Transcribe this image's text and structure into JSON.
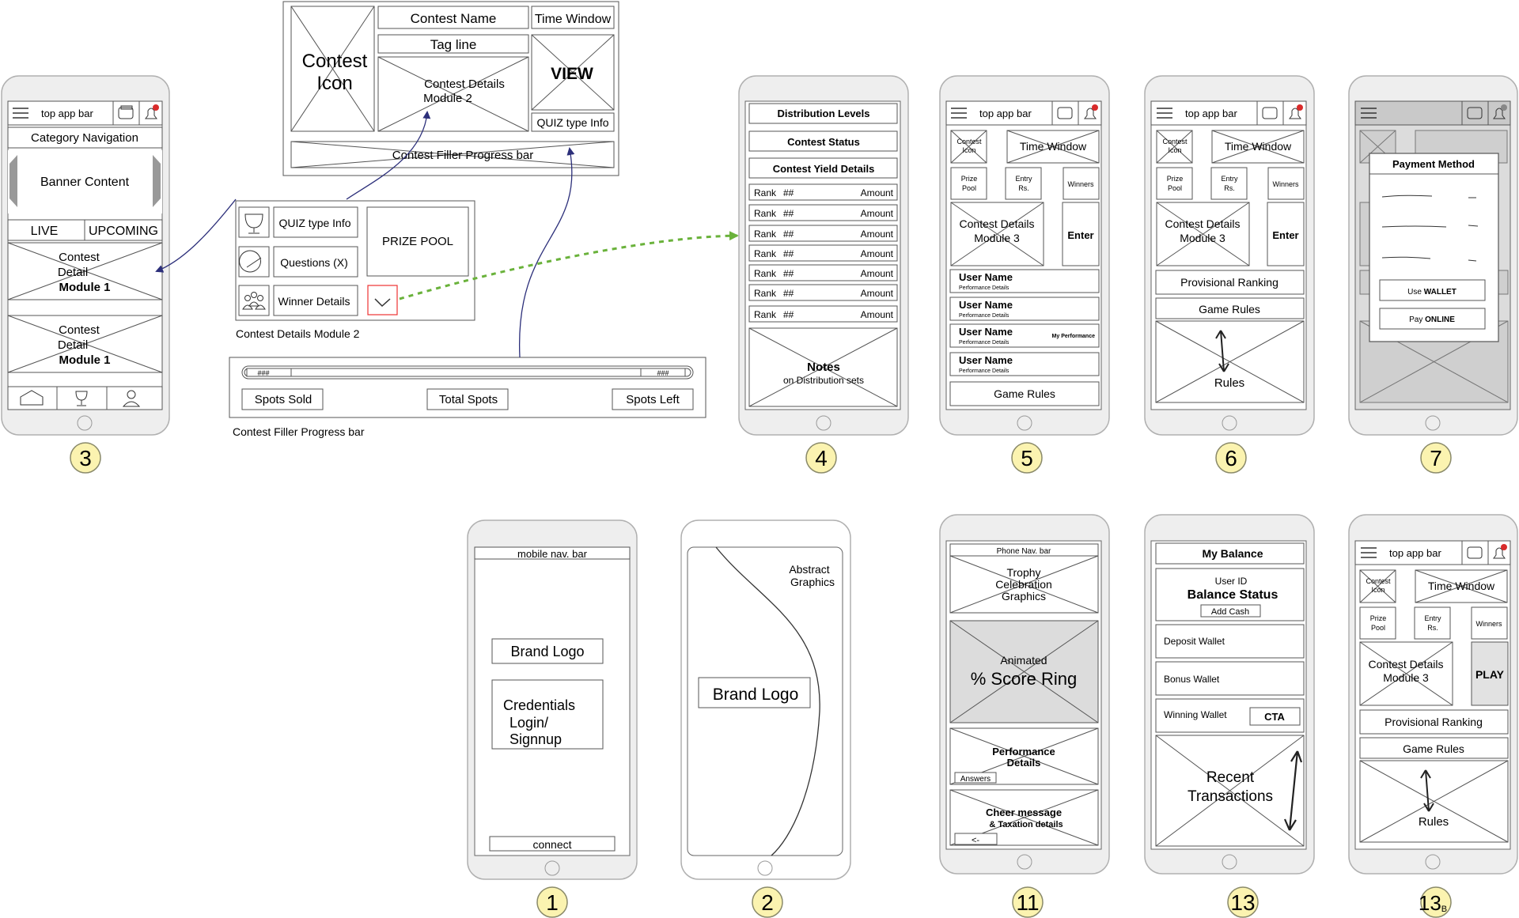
{
  "phones": {
    "p3": {
      "top_bar": "top app bar",
      "category_nav": "Category Navigation",
      "banner": "Banner Content",
      "tab_live": "LIVE",
      "tab_upcoming": "UPCOMING",
      "card_line1": "Contest",
      "card_line2": "Detail",
      "card_line3": "Module 1",
      "number": "3"
    },
    "p4": {
      "distribution": "Distribution Levels",
      "status": "Contest Status",
      "yield": "Contest Yield Details",
      "rank_label": "Rank",
      "rank_hash": "##",
      "amount": "Amount",
      "notes_title": "Notes",
      "notes_sub": "on Distribution sets",
      "number": "4"
    },
    "p5": {
      "top_bar": "top app bar",
      "contest_icon": [
        "Contest",
        "Icon"
      ],
      "time_window": "Time Window",
      "prize_pool": [
        "Prize",
        "Pool"
      ],
      "entry": [
        "Entry",
        "Rs."
      ],
      "winners": "Winners",
      "module3": [
        "Contest Details",
        "Module 3"
      ],
      "enter": "Enter",
      "user_name": "User Name",
      "perf": "Performance Details",
      "my_perf": "My Performance",
      "game_rules": "Game Rules",
      "number": "5"
    },
    "p6": {
      "top_bar": "top app bar",
      "contest_icon": [
        "Contest",
        "Icon"
      ],
      "time_window": "Time Window",
      "prize_pool": [
        "Prize",
        "Pool"
      ],
      "entry": [
        "Entry",
        "Rs."
      ],
      "winners": "Winners",
      "module3": [
        "Contest Details",
        "Module 3"
      ],
      "enter": "Enter",
      "provisional": "Provisional Ranking",
      "game_rules": "Game Rules",
      "rules": "Rules",
      "number": "6"
    },
    "p7": {
      "payment_title": "Payment Method",
      "use_wallet_pre": "Use",
      "use_wallet_bold": "WALLET",
      "pay_online_pre": "Pay",
      "pay_online_bold": "ONLINE",
      "number": "7"
    },
    "p1": {
      "nav": "mobile nav. bar",
      "brand": "Brand Logo",
      "credentials": [
        "Credentials",
        "Login/",
        "Signnup"
      ],
      "connect": "connect",
      "number": "1"
    },
    "p2": {
      "abstract": [
        "Abstract",
        "Graphics"
      ],
      "brand": "Brand Logo",
      "number": "2"
    },
    "p11": {
      "phone_nav": "Phone Nav. bar",
      "trophy": [
        "Trophy",
        "Celebration",
        "Graphics"
      ],
      "animated": "Animated",
      "score_ring": "% Score Ring",
      "perf": [
        "Performance",
        "Details"
      ],
      "answers": "Answers",
      "cheer": "Cheer message",
      "taxation": "& Taxation details",
      "back": "<-",
      "number": "11"
    },
    "p13": {
      "my_balance": "My Balance",
      "user_id": "User ID",
      "balance_status": "Balance Status",
      "add_cash": "Add Cash",
      "deposit": "Deposit Wallet",
      "bonus": "Bonus Wallet",
      "winning": "Winning Wallet",
      "cta": "CTA",
      "recent": [
        "Recent",
        "Transactions"
      ],
      "number": "13"
    },
    "p13b": {
      "top_bar": "top app bar",
      "contest_icon": [
        "Contest",
        "Icon"
      ],
      "time_window": "Time Window",
      "prize_pool": [
        "Prize",
        "Pool"
      ],
      "entry": [
        "Entry",
        "Rs."
      ],
      "winners": "Winners",
      "module3": [
        "Contest Details",
        "Module 3"
      ],
      "play": "PLAY",
      "provisional": "Provisional Ranking",
      "game_rules": "Game Rules",
      "rules": "Rules",
      "number": "13",
      "number_sub": "B"
    }
  },
  "top_module": {
    "contest_icon": [
      "Contest",
      "Icon"
    ],
    "contest_name": "Contest Name",
    "time_window": "Time Window",
    "tag_line": "Tag line",
    "details_module2": [
      "Contest Details",
      "Module 2"
    ],
    "view": "VIEW",
    "quiz_type": "QUIZ type Info",
    "filler": "Contest Filler Progress bar"
  },
  "module2": {
    "quiz_type": "QUIZ type Info",
    "questions": "Questions (X)",
    "winner_details": "Winner Details",
    "prize_pool": "PRIZE POOL",
    "caption": "Contest Details Module 2"
  },
  "progress": {
    "left_hash": "###",
    "right_hash": "###",
    "spots_sold": "Spots Sold",
    "total_spots": "Total Spots",
    "spots_left": "Spots Left",
    "caption": "Contest Filler Progress bar"
  },
  "colors": {
    "badge_fill": "#fbf3b0",
    "badge_stroke": "#8a8a6a",
    "phone_body": "#eeeeee",
    "phone_stroke": "#b0b0b0",
    "screen_gray": "#dcdcdc",
    "notif_red": "#d92b2b",
    "arrow_blue": "#2c2f7a",
    "arrow_green": "#6ab23b"
  }
}
